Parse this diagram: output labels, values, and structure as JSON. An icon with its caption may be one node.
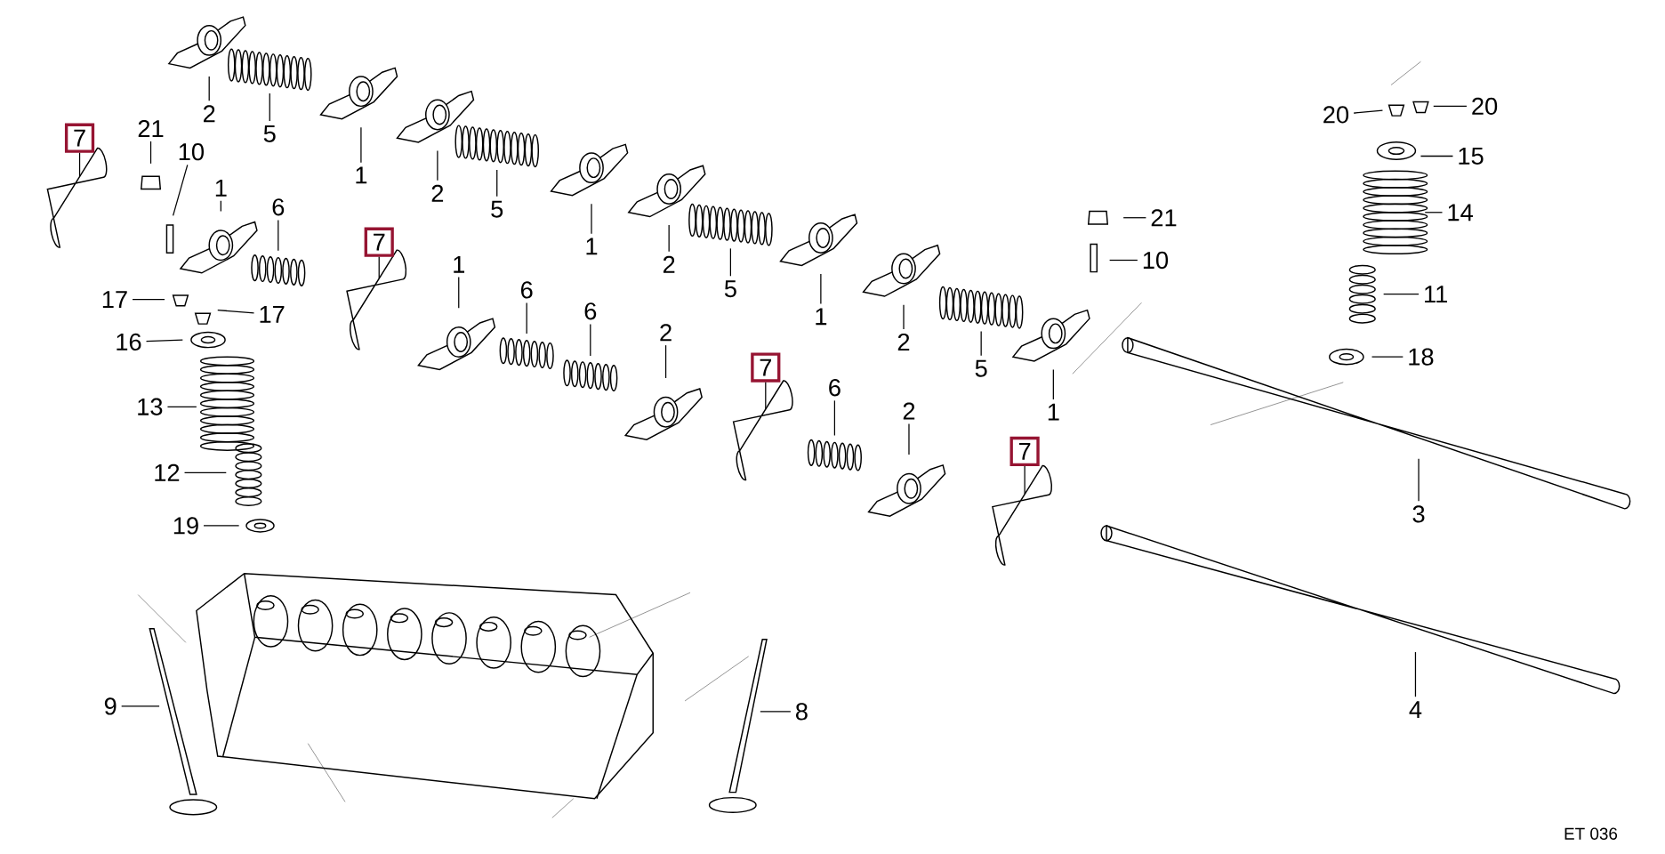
{
  "diagram": {
    "nodes": [
      {
        "text": [
          "2"
        ]
      },
      {
        "text": [
          "5"
        ]
      },
      {
        "text": [
          "1"
        ]
      },
      {
        "text": [
          "2"
        ]
      },
      {
        "text": [
          "5"
        ]
      },
      {
        "text": [
          "1"
        ]
      },
      {
        "text": [
          "2"
        ]
      },
      {
        "text": [
          "5"
        ]
      },
      {
        "text": [
          "1"
        ]
      },
      {
        "text": [
          "2"
        ]
      },
      {
        "text": [
          "5"
        ]
      },
      {
        "text": [
          "1"
        ]
      },
      {
        "text": [
          "7"
        ]
      },
      {
        "text": [
          "21"
        ]
      },
      {
        "text": [
          "10"
        ]
      },
      {
        "text": [
          "1"
        ]
      },
      {
        "text": [
          "6"
        ]
      },
      {
        "text": [
          "17"
        ]
      },
      {
        "text": [
          "17"
        ]
      },
      {
        "text": [
          "16"
        ]
      },
      {
        "text": [
          "13"
        ]
      },
      {
        "text": [
          "12"
        ]
      },
      {
        "text": [
          "19"
        ]
      },
      {
        "text": [
          "7"
        ]
      },
      {
        "text": [
          "1"
        ]
      },
      {
        "text": [
          "6"
        ]
      },
      {
        "text": [
          "6"
        ]
      },
      {
        "text": [
          "2"
        ]
      },
      {
        "text": [
          "7"
        ]
      },
      {
        "text": [
          "6"
        ]
      },
      {
        "text": [
          "2"
        ]
      },
      {
        "text": [
          "7"
        ]
      },
      {
        "text": [
          "20"
        ]
      },
      {
        "text": [
          "20"
        ]
      },
      {
        "text": [
          "15"
        ]
      },
      {
        "text": [
          "14"
        ]
      },
      {
        "text": [
          "21"
        ]
      },
      {
        "text": [
          "10"
        ]
      },
      {
        "text": [
          "11"
        ]
      },
      {
        "text": [
          "18"
        ]
      },
      {
        "text": [
          "3"
        ]
      },
      {
        "text": [
          "4"
        ]
      },
      {
        "text": [
          "9"
        ]
      },
      {
        "text": [
          "8"
        ]
      }
    ],
    "edges": [
      {
        "from": 0,
        "to": null,
        "arrow": "none"
      },
      {
        "from": 1,
        "to": null,
        "arrow": "none"
      },
      {
        "from": 2,
        "to": null,
        "arrow": "none"
      },
      {
        "from": 3,
        "to": null,
        "arrow": "none"
      },
      {
        "from": 4,
        "to": null,
        "arrow": "none"
      },
      {
        "from": 5,
        "to": null,
        "arrow": "none"
      },
      {
        "from": 6,
        "to": null,
        "arrow": "none"
      },
      {
        "from": 7,
        "to": null,
        "arrow": "none"
      },
      {
        "from": 8,
        "to": null,
        "arrow": "none"
      },
      {
        "from": 9,
        "to": null,
        "arrow": "none"
      },
      {
        "from": 10,
        "to": null,
        "arrow": "none"
      },
      {
        "from": 11,
        "to": null,
        "arrow": "none"
      },
      {
        "from": 12,
        "to": null,
        "arrow": "none"
      },
      {
        "from": 13,
        "to": null,
        "arrow": "none"
      },
      {
        "from": 14,
        "to": null,
        "arrow": "none"
      },
      {
        "from": 15,
        "to": null,
        "arrow": "none"
      },
      {
        "from": 16,
        "to": null,
        "arrow": "none"
      },
      {
        "from": 17,
        "to": null,
        "arrow": "none"
      },
      {
        "from": 18,
        "to": null,
        "arrow": "none"
      },
      {
        "from": 19,
        "to": null,
        "arrow": "none"
      },
      {
        "from": 20,
        "to": null,
        "arrow": "none"
      },
      {
        "from": 21,
        "to": null,
        "arrow": "none"
      },
      {
        "from": 22,
        "to": null,
        "arrow": "none"
      },
      {
        "from": 23,
        "to": null,
        "arrow": "none"
      },
      {
        "from": 24,
        "to": null,
        "arrow": "none"
      },
      {
        "from": 25,
        "to": null,
        "arrow": "none"
      },
      {
        "from": 26,
        "to": null,
        "arrow": "none"
      },
      {
        "from": 27,
        "to": null,
        "arrow": "none"
      },
      {
        "from": 28,
        "to": null,
        "arrow": "none"
      },
      {
        "from": 29,
        "to": null,
        "arrow": "none"
      },
      {
        "from": 30,
        "to": null,
        "arrow": "none"
      },
      {
        "from": 31,
        "to": null,
        "arrow": "none"
      },
      {
        "from": 32,
        "to": null,
        "arrow": "none"
      },
      {
        "from": 33,
        "to": null,
        "arrow": "none"
      },
      {
        "from": 34,
        "to": null,
        "arrow": "none"
      },
      {
        "from": 35,
        "to": null,
        "arrow": "none"
      },
      {
        "from": 36,
        "to": null,
        "arrow": "none"
      },
      {
        "from": 37,
        "to": null,
        "arrow": "none"
      },
      {
        "from": 38,
        "to": null,
        "arrow": "none"
      },
      {
        "from": 39,
        "to": null,
        "arrow": "none"
      },
      {
        "from": 40,
        "to": null,
        "arrow": "none"
      },
      {
        "from": 41,
        "to": null,
        "arrow": "none"
      },
      {
        "from": 42,
        "to": null,
        "arrow": "none"
      },
      {
        "from": 43,
        "to": null,
        "arrow": "none"
      }
    ],
    "labels": [
      "ET 036"
    ]
  }
}
